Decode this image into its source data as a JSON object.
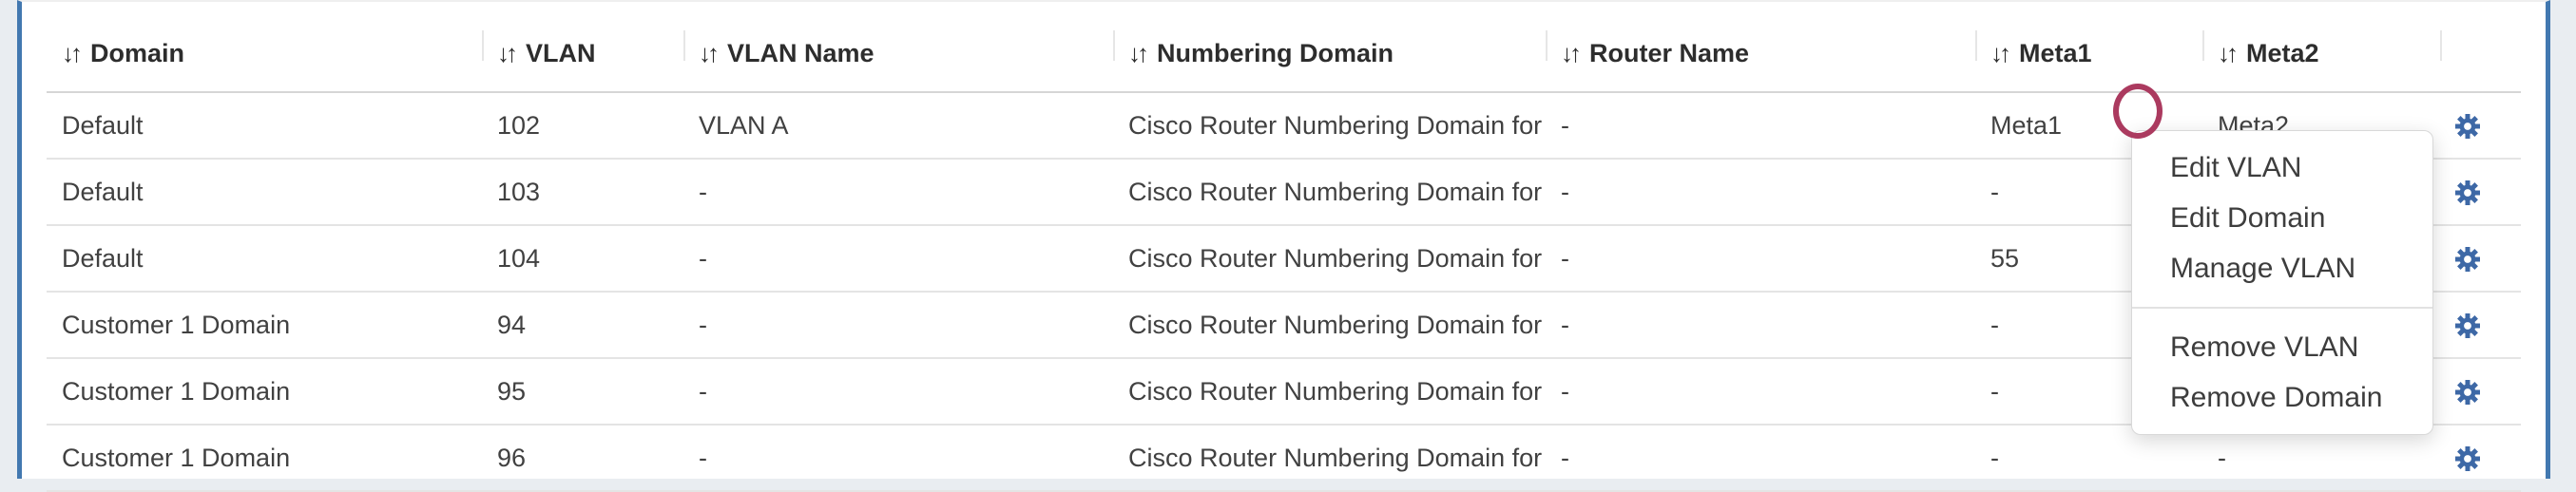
{
  "icons": {
    "sort": "↓↑",
    "gear": "gear-icon"
  },
  "colors": {
    "page_bg": "#e9edf1",
    "card_border": "#4278b0",
    "gear": "#3d68a6",
    "annotation_circle": "#ab3a5f",
    "header_text": "#2d2d2d",
    "body_text": "#414141"
  },
  "table": {
    "columns": [
      "Domain",
      "VLAN",
      "VLAN Name",
      "Numbering Domain",
      "Router Name",
      "Meta1",
      "Meta2"
    ],
    "rows": [
      {
        "domain": "Default",
        "vlan": "102",
        "vlan_name": "VLAN A",
        "numbering_domain": "Cisco Router Numbering Domain for ...",
        "router_name": "-",
        "meta1": "Meta1",
        "meta2": "Meta2"
      },
      {
        "domain": "Default",
        "vlan": "103",
        "vlan_name": "-",
        "numbering_domain": "Cisco Router Numbering Domain for ...",
        "router_name": "-",
        "meta1": "-",
        "meta2": ""
      },
      {
        "domain": "Default",
        "vlan": "104",
        "vlan_name": "-",
        "numbering_domain": "Cisco Router Numbering Domain for ...",
        "router_name": "-",
        "meta1": "55",
        "meta2": ""
      },
      {
        "domain": "Customer 1 Domain",
        "vlan": "94",
        "vlan_name": "-",
        "numbering_domain": "Cisco Router Numbering Domain for ...",
        "router_name": "-",
        "meta1": "-",
        "meta2": ""
      },
      {
        "domain": "Customer 1 Domain",
        "vlan": "95",
        "vlan_name": "-",
        "numbering_domain": "Cisco Router Numbering Domain for ...",
        "router_name": "-",
        "meta1": "-",
        "meta2": ""
      },
      {
        "domain": "Customer 1 Domain",
        "vlan": "96",
        "vlan_name": "-",
        "numbering_domain": "Cisco Router Numbering Domain for ...",
        "router_name": "-",
        "meta1": "-",
        "meta2": "-"
      }
    ]
  },
  "context_menu": {
    "groups": [
      [
        "Edit VLAN",
        "Edit Domain",
        "Manage VLAN"
      ],
      [
        "Remove VLAN",
        "Remove Domain"
      ]
    ]
  }
}
